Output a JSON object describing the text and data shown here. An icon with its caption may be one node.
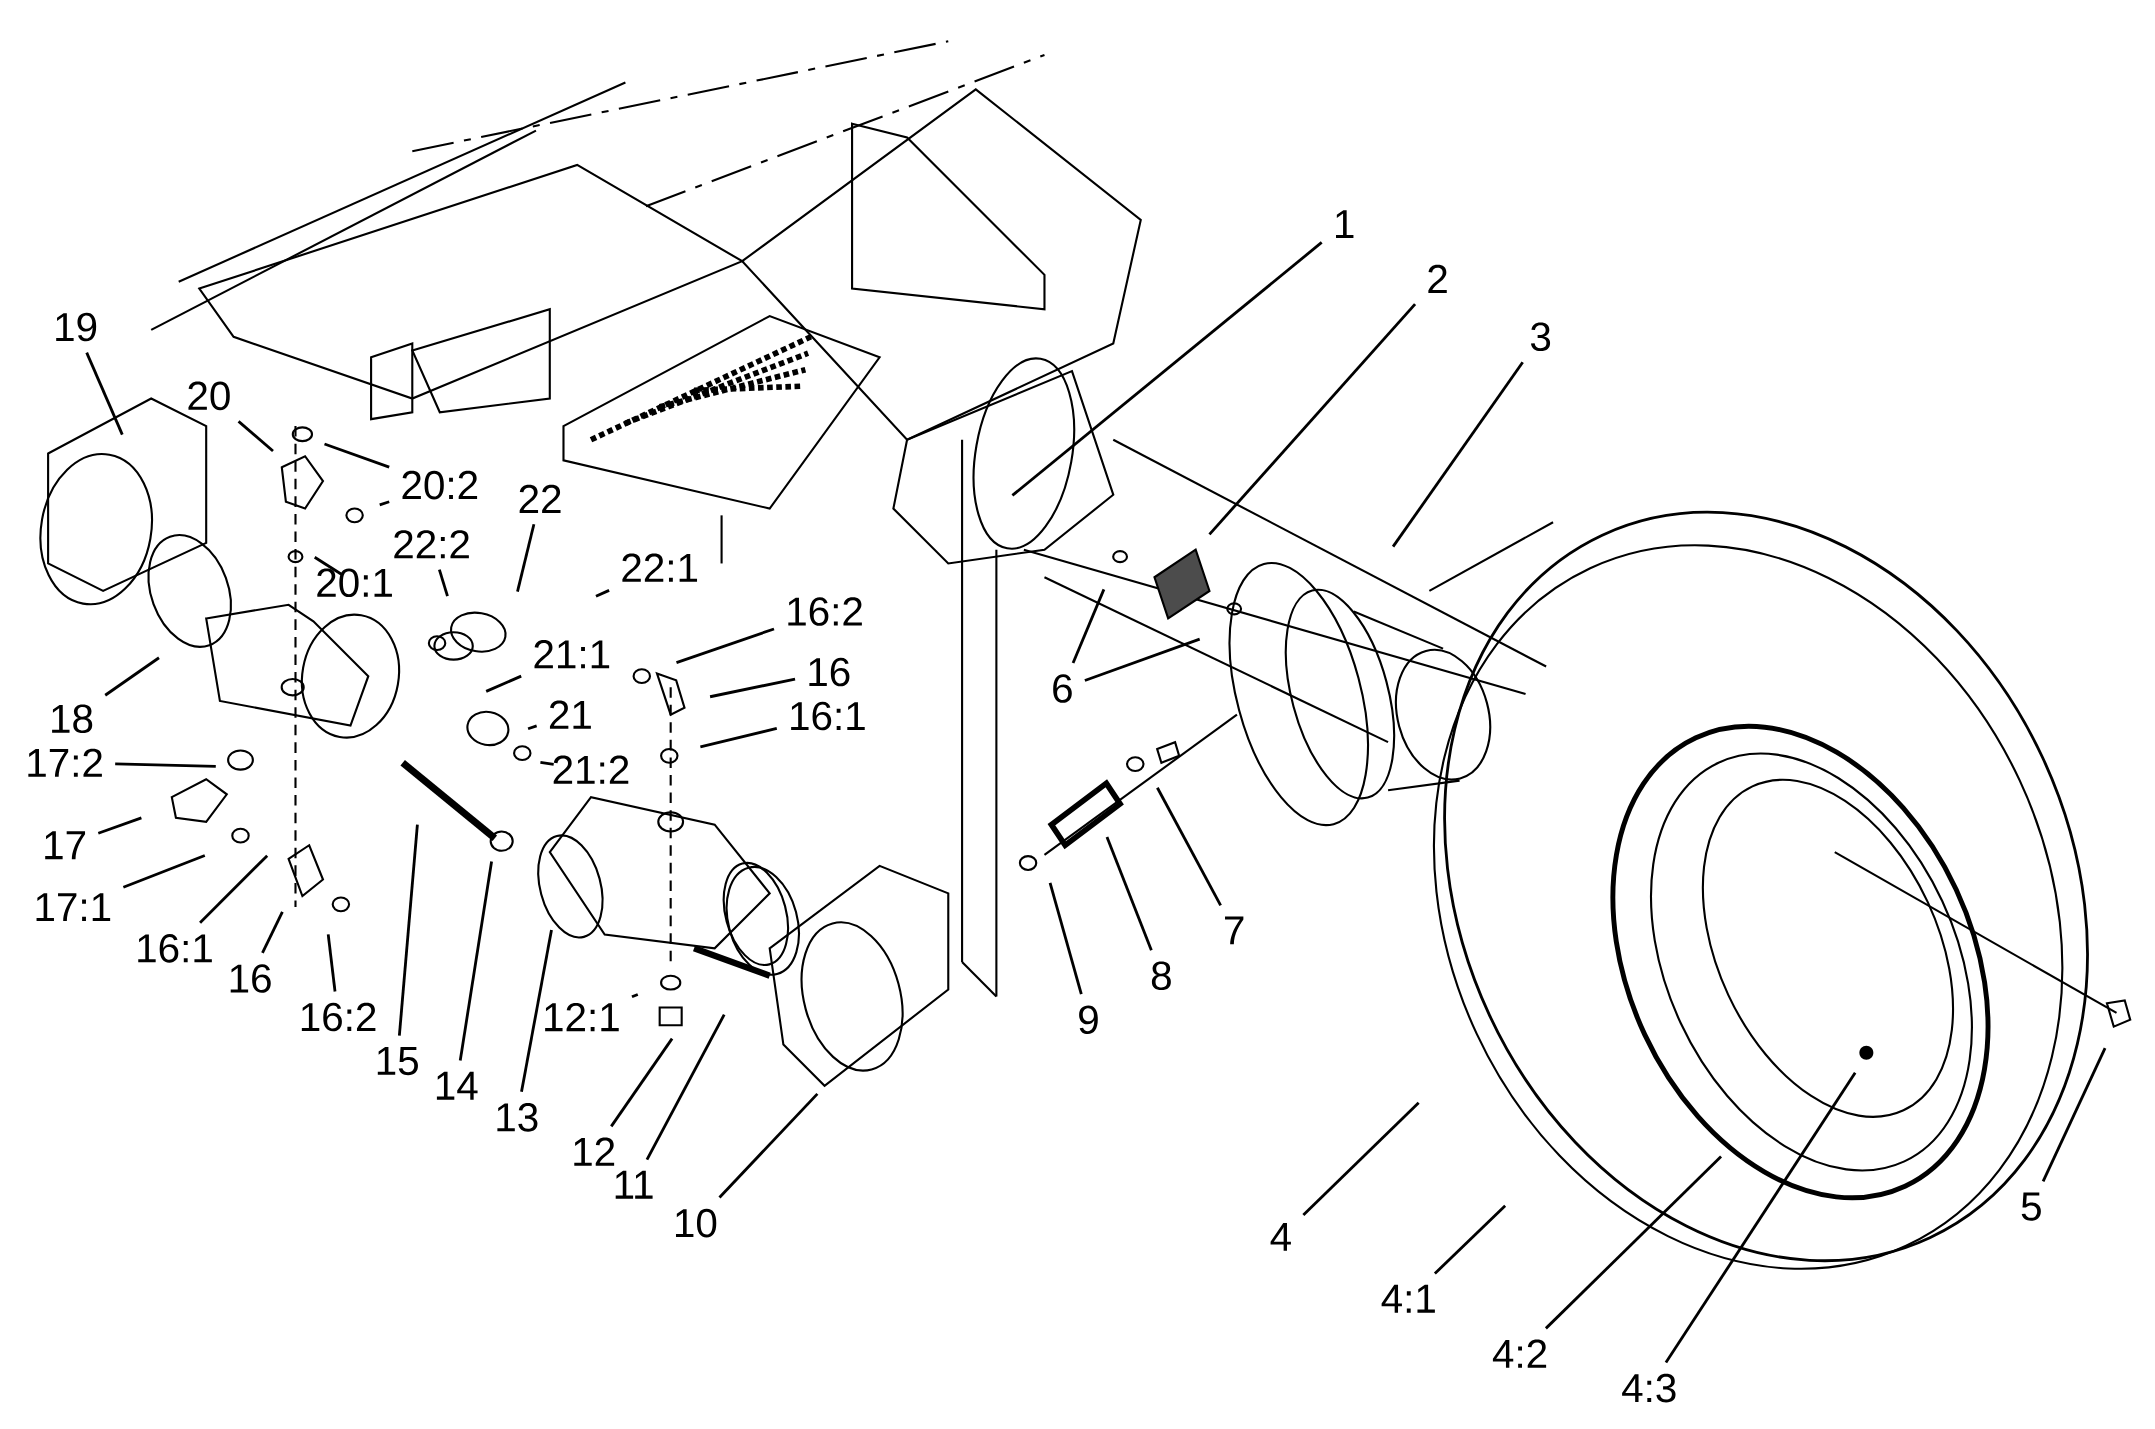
{
  "diagram": {
    "nodes": [
      {
        "text": [
          "1"
        ]
      },
      {
        "text": [
          "2"
        ]
      },
      {
        "text": [
          "19"
        ]
      },
      {
        "text": [
          "3"
        ]
      },
      {
        "text": [
          "20"
        ]
      },
      {
        "text": [
          "20:2"
        ]
      },
      {
        "text": [
          "22"
        ]
      },
      {
        "text": [
          "22:2"
        ]
      },
      {
        "text": [
          "22:1"
        ]
      },
      {
        "text": [
          "20:1"
        ]
      },
      {
        "text": [
          "16:2"
        ]
      },
      {
        "text": [
          "21:1"
        ]
      },
      {
        "text": [
          "16"
        ]
      },
      {
        "text": [
          "6"
        ]
      },
      {
        "text": [
          "18"
        ]
      },
      {
        "text": [
          "21"
        ]
      },
      {
        "text": [
          "16:1"
        ]
      },
      {
        "text": [
          "17:2"
        ]
      },
      {
        "text": [
          "21:2"
        ]
      },
      {
        "text": [
          "17"
        ]
      },
      {
        "text": [
          "17:1"
        ]
      },
      {
        "text": [
          "7"
        ]
      },
      {
        "text": [
          "16:1"
        ]
      },
      {
        "text": [
          "8"
        ]
      },
      {
        "text": [
          "16"
        ]
      },
      {
        "text": [
          "16:2"
        ]
      },
      {
        "text": [
          "9"
        ]
      },
      {
        "text": [
          "12:1"
        ]
      },
      {
        "text": [
          "15"
        ]
      },
      {
        "text": [
          "14"
        ]
      },
      {
        "text": [
          "13"
        ]
      },
      {
        "text": [
          "12"
        ]
      },
      {
        "text": [
          "11"
        ]
      },
      {
        "text": [
          "5"
        ]
      },
      {
        "text": [
          "10"
        ]
      },
      {
        "text": [
          "4"
        ]
      },
      {
        "text": [
          "4:1"
        ]
      },
      {
        "text": [
          "4:2"
        ]
      },
      {
        "text": [
          "4:3"
        ]
      }
    ],
    "edges": [
      {
        "from": 0,
        "to": null,
        "arrow": "none"
      },
      {
        "from": 1,
        "to": null,
        "arrow": "none"
      },
      {
        "from": 2,
        "to": null,
        "arrow": "none"
      },
      {
        "from": 3,
        "to": null,
        "arrow": "none"
      },
      {
        "from": 4,
        "to": null,
        "arrow": "none"
      },
      {
        "from": 5,
        "to": null,
        "arrow": "none"
      },
      {
        "from": 5,
        "to": null,
        "arrow": "none"
      },
      {
        "from": 6,
        "to": null,
        "arrow": "none"
      },
      {
        "from": 7,
        "to": null,
        "arrow": "none"
      },
      {
        "from": 8,
        "to": null,
        "arrow": "none"
      },
      {
        "from": 9,
        "to": null,
        "arrow": "none"
      },
      {
        "from": 10,
        "to": null,
        "arrow": "none"
      },
      {
        "from": 11,
        "to": null,
        "arrow": "none"
      },
      {
        "from": 12,
        "to": null,
        "arrow": "none"
      },
      {
        "from": 13,
        "to": null,
        "arrow": "none"
      },
      {
        "from": 13,
        "to": null,
        "arrow": "none"
      },
      {
        "from": 14,
        "to": null,
        "arrow": "none"
      },
      {
        "from": 15,
        "to": null,
        "arrow": "none"
      },
      {
        "from": 16,
        "to": null,
        "arrow": "none"
      },
      {
        "from": 17,
        "to": null,
        "arrow": "none"
      },
      {
        "from": 18,
        "to": null,
        "arrow": "none"
      },
      {
        "from": 19,
        "to": null,
        "arrow": "none"
      },
      {
        "from": 20,
        "to": null,
        "arrow": "none"
      },
      {
        "from": 21,
        "to": null,
        "arrow": "none"
      },
      {
        "from": 22,
        "to": null,
        "arrow": "none"
      },
      {
        "from": 23,
        "to": null,
        "arrow": "none"
      },
      {
        "from": 24,
        "to": null,
        "arrow": "none"
      },
      {
        "from": 25,
        "to": null,
        "arrow": "none"
      },
      {
        "from": 26,
        "to": null,
        "arrow": "none"
      },
      {
        "from": 27,
        "to": null,
        "arrow": "none"
      },
      {
        "from": 28,
        "to": null,
        "arrow": "none"
      },
      {
        "from": 29,
        "to": null,
        "arrow": "none"
      },
      {
        "from": 30,
        "to": null,
        "arrow": "none"
      },
      {
        "from": 31,
        "to": null,
        "arrow": "none"
      },
      {
        "from": 32,
        "to": null,
        "arrow": "none"
      },
      {
        "from": 33,
        "to": null,
        "arrow": "none"
      },
      {
        "from": 34,
        "to": null,
        "arrow": "none"
      },
      {
        "from": 35,
        "to": null,
        "arrow": "none"
      },
      {
        "from": 36,
        "to": null,
        "arrow": "none"
      },
      {
        "from": 37,
        "to": null,
        "arrow": "none"
      },
      {
        "from": 38,
        "to": null,
        "arrow": "none"
      }
    ]
  }
}
